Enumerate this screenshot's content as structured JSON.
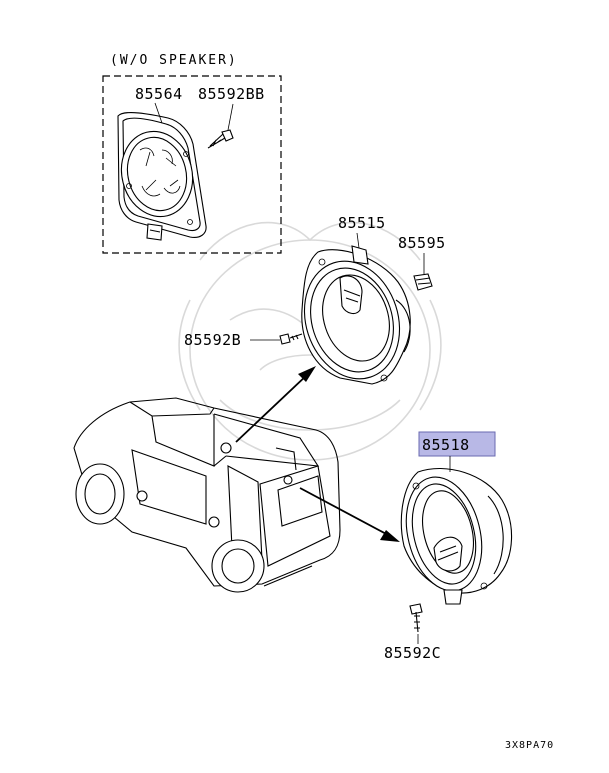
{
  "caption": "(W/O SPEAKER)",
  "parts": {
    "cover": "85564",
    "cover_screw": "85592BB",
    "front_speaker": "85515",
    "clip": "85595",
    "front_screw": "85592B",
    "rear_speaker": "85518",
    "rear_screw": "85592C"
  },
  "highlight_color": "#b8b8e6",
  "diagram_id": "3X8PA70"
}
